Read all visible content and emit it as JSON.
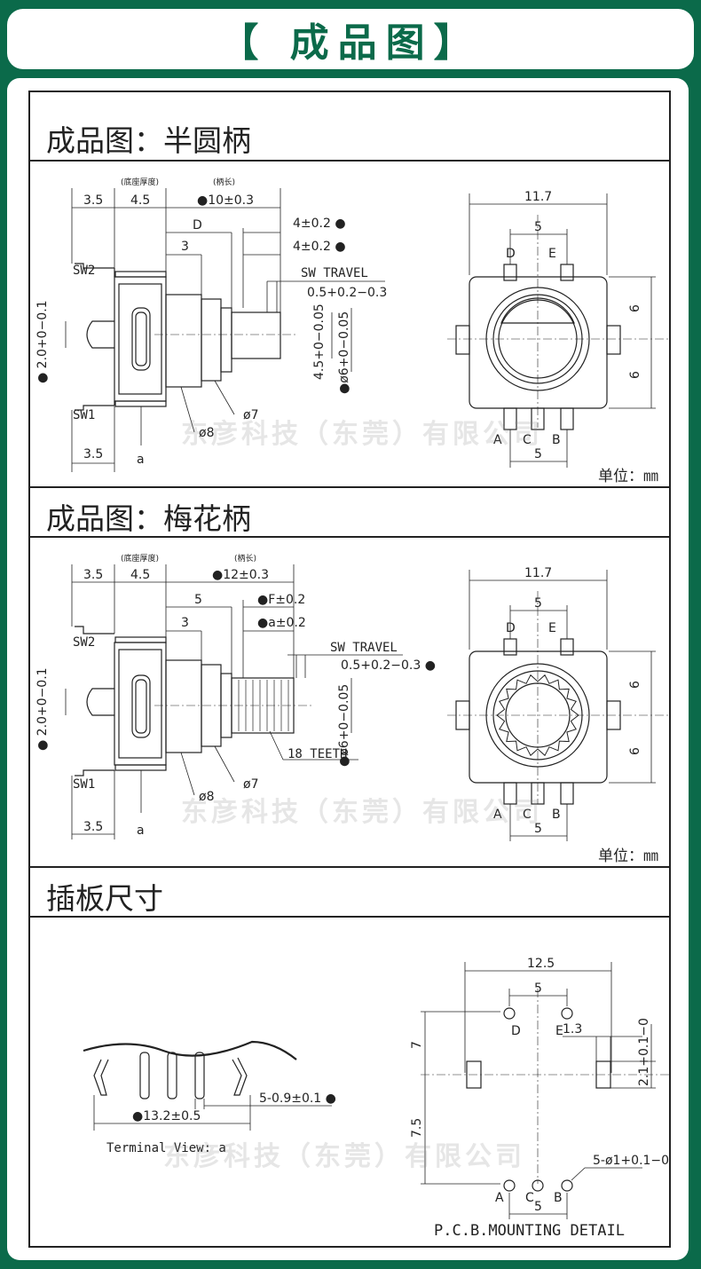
{
  "banner_title": "【 成品图】",
  "watermark": "东彦科技（东莞）有限公司",
  "sections": [
    {
      "title": "成品图：半圆柄",
      "unit": "单位：㎜"
    },
    {
      "title": "成品图：梅花柄",
      "unit": "单位：㎜"
    },
    {
      "title": "插板尺寸"
    }
  ],
  "half_round": {
    "d_3_5_top": "3.5",
    "d_4_5": "4.5",
    "base_thickness": "(底座厚度)",
    "shaft_length_note": "(柄长)",
    "d_shaft_len": "●10±0.3",
    "d_D": "D",
    "d_3": "3",
    "d_4_a": "4±0.2 ●",
    "d_4_b": "4±0.2 ●",
    "sw_travel": "SW TRAVEL",
    "sw_travel_val": "0.5+0.2−0.3",
    "sw2": "SW2",
    "sw1": "SW1",
    "d_2": "● 2.0+0−0.1",
    "d_4_5_flat": "4.5+0−0.05",
    "d_phi6": "●ø6+0−0.05",
    "d_phi8": "ø8",
    "d_phi7": "ø7",
    "d_3_5_bottom": "3.5",
    "a": "a",
    "front_width": "11.7",
    "front_5_top": "5",
    "front_6_top": "6",
    "front_6_bottom": "6",
    "front_5_bottom": "5",
    "pin_D": "D",
    "pin_E": "E",
    "pin_A": "A",
    "pin_C": "C",
    "pin_B": "B"
  },
  "plum": {
    "d_3_5_top": "3.5",
    "d_4_5": "4.5",
    "base_thickness": "(底座厚度)",
    "shaft_length_note": "(柄长)",
    "d_shaft_len": "●12±0.3",
    "d_5": "5",
    "d_3": "3",
    "d_F": "●F±0.2",
    "d_a": "●a±0.2",
    "sw_travel": "SW TRAVEL",
    "sw_travel_val": "0.5+0.2−0.3 ●",
    "sw2": "SW2",
    "sw1": "SW1",
    "d_2": "● 2.0+0−0.1",
    "d_phi6": "●ø6+0−0.05",
    "teeth": "18 TEETH",
    "d_phi8": "ø8",
    "d_phi7": "ø7",
    "d_3_5_bottom": "3.5",
    "a": "a",
    "front_width": "11.7",
    "front_5_top": "5",
    "front_6_top": "6",
    "front_6_bottom": "6",
    "front_5_bottom": "5",
    "pin_D": "D",
    "pin_E": "E",
    "pin_A": "A",
    "pin_C": "C",
    "pin_B": "B"
  },
  "pcb": {
    "d_13_2": "●13.2±0.5",
    "d_5_pins": "5-0.9±0.1 ●",
    "terminal_view": "Terminal View: a",
    "d_12_5": "12.5",
    "d_5_top": "5",
    "d_7": "7",
    "d_7_5": "7.5",
    "d_1_3": "1.3",
    "d_2_1": "2.1+0.1−0",
    "d_holes": "5-ø1+0.1−0",
    "d_5_bottom": "5",
    "pin_D": "D",
    "pin_E": "E",
    "pin_A": "A",
    "pin_C": "C",
    "pin_B": "B",
    "caption": "P.C.B.MOUNTING DETAIL"
  }
}
